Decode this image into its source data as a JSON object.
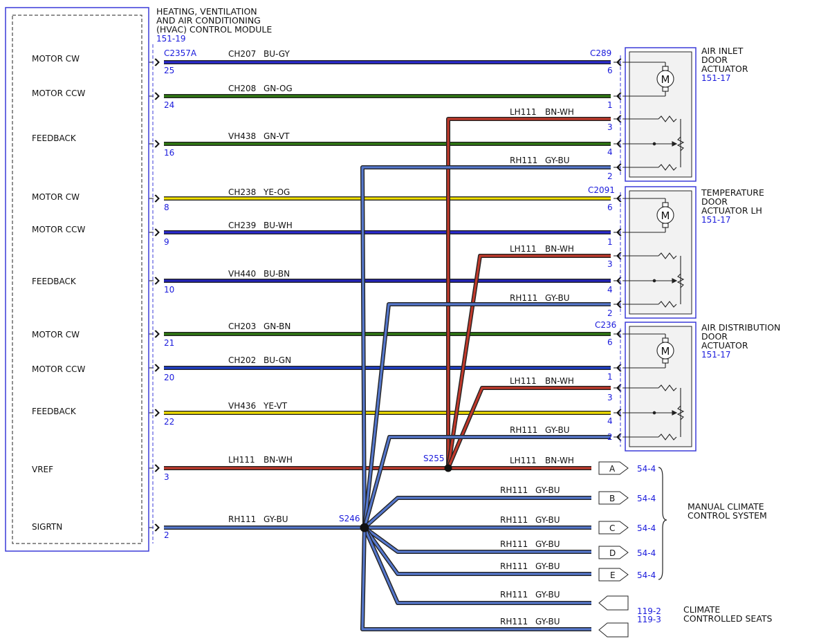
{
  "module": {
    "title_lines": [
      "HEATING, VENTILATION",
      "AND AIR CONDITIONING",
      "(HVAC) CONTROL MODULE"
    ],
    "ref": "151-19",
    "connector": "C2357A",
    "pins": [
      {
        "label": "MOTOR CW",
        "pin": "25"
      },
      {
        "label": "MOTOR CCW",
        "pin": "24"
      },
      {
        "label": "FEEDBACK",
        "pin": "16"
      },
      {
        "label": "MOTOR CW",
        "pin": "8"
      },
      {
        "label": "MOTOR CCW",
        "pin": "9"
      },
      {
        "label": "FEEDBACK",
        "pin": "10"
      },
      {
        "label": "MOTOR CW",
        "pin": "21"
      },
      {
        "label": "MOTOR CCW",
        "pin": "20"
      },
      {
        "label": "FEEDBACK",
        "pin": "22"
      },
      {
        "label": "VREF",
        "pin": "3"
      },
      {
        "label": "SIGRTN",
        "pin": "2"
      }
    ]
  },
  "colors": {
    "BU-GY": "#2a2ad0",
    "GN-OG": "#2f7a12",
    "GN-VT": "#2f7a12",
    "YE-OG": "#f2e000",
    "BU-WH": "#2a2ad0",
    "BU-BN": "#2222b8",
    "GN-BN": "#2f7a12",
    "BU-GN": "#2040c8",
    "YE-VT": "#f2e000",
    "BN-WH": "#c0392b",
    "GY-BU": "#5577cc"
  },
  "main_wires": [
    {
      "circuit": "CH207",
      "color": "BU-GY",
      "right_pin": "6"
    },
    {
      "circuit": "CH208",
      "color": "GN-OG",
      "right_pin": "1"
    },
    {
      "circuit": "VH438",
      "color": "GN-VT",
      "right_pin": "4"
    },
    {
      "circuit": "CH238",
      "color": "YE-OG",
      "right_pin": "6"
    },
    {
      "circuit": "CH239",
      "color": "BU-WH",
      "right_pin": "1"
    },
    {
      "circuit": "VH440",
      "color": "BU-BN",
      "right_pin": "4"
    },
    {
      "circuit": "CH203",
      "color": "GN-BN",
      "right_pin": "6"
    },
    {
      "circuit": "CH202",
      "color": "BU-GN",
      "right_pin": "1"
    },
    {
      "circuit": "VH436",
      "color": "YE-VT",
      "right_pin": "4"
    },
    {
      "circuit": "LH111",
      "color": "BN-WH",
      "right_pin": ""
    },
    {
      "circuit": "RH111",
      "color": "GY-BU",
      "right_pin": ""
    }
  ],
  "actuators": [
    {
      "name_lines": [
        "AIR INLET",
        "DOOR",
        "ACTUATOR"
      ],
      "ref": "151-17",
      "connector": "C289"
    },
    {
      "name_lines": [
        "TEMPERATURE",
        "DOOR",
        "ACTUATOR LH"
      ],
      "ref": "151-17",
      "connector": "C2091"
    },
    {
      "name_lines": [
        "AIR DISTRIBUTION",
        "DOOR",
        "ACTUATOR"
      ],
      "ref": "151-17",
      "connector": "C236"
    }
  ],
  "feed_wires": {
    "ref_circuit": "LH111",
    "ref_color": "BN-WH",
    "ref_pin": "3",
    "rtn_circuit": "RH111",
    "rtn_color": "GY-BU",
    "rtn_pin": "2"
  },
  "splices": {
    "vref": "S255",
    "sigrtn": "S246"
  },
  "outputs": [
    {
      "circuit": "LH111",
      "color": "BN-WH",
      "tag": "A",
      "ref": "54-4"
    },
    {
      "circuit": "RH111",
      "color": "GY-BU",
      "tag": "B",
      "ref": "54-4"
    },
    {
      "circuit": "RH111",
      "color": "GY-BU",
      "tag": "C",
      "ref": "54-4"
    },
    {
      "circuit": "RH111",
      "color": "GY-BU",
      "tag": "D",
      "ref": "54-4"
    },
    {
      "circuit": "RH111",
      "color": "GY-BU",
      "tag": "E",
      "ref": "54-4"
    },
    {
      "circuit": "RH111",
      "color": "GY-BU",
      "tag": "",
      "ref": "119-2"
    },
    {
      "circuit": "RH111",
      "color": "GY-BU",
      "tag": "",
      "ref": "119-3"
    }
  ],
  "groups": {
    "manual_lines": [
      "MANUAL CLIMATE",
      "CONTROL SYSTEM"
    ],
    "seats_lines": [
      "CLIMATE",
      "CONTROLLED SEATS"
    ]
  }
}
